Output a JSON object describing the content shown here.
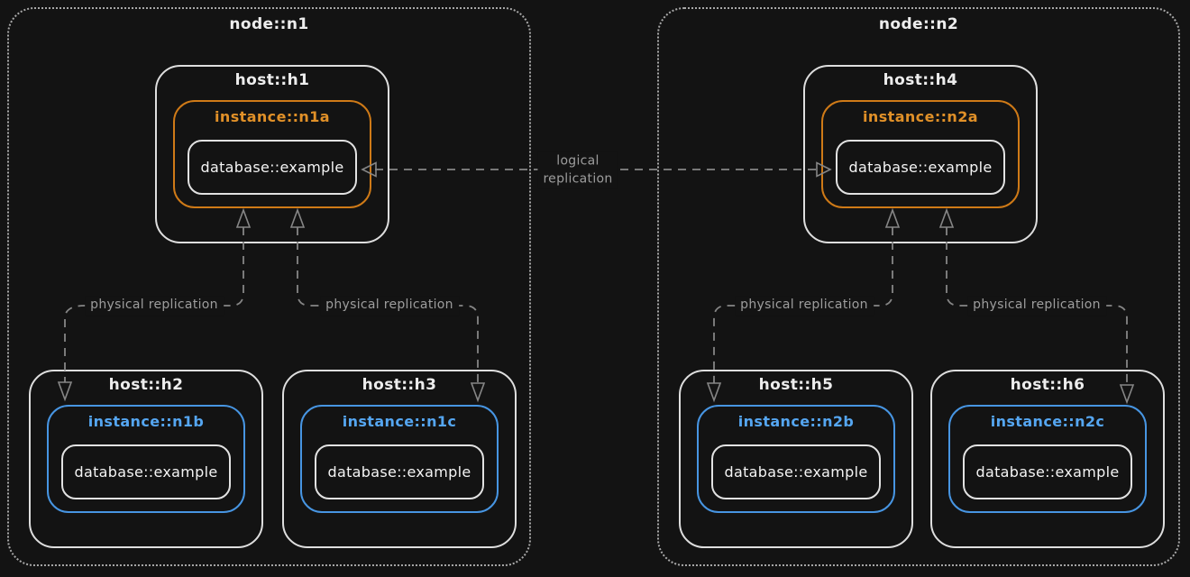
{
  "nodes": [
    {
      "title": "node::n1"
    },
    {
      "title": "node::n2"
    }
  ],
  "hosts": [
    {
      "title": "host::h1",
      "instance": "instance::n1a",
      "database": "database::example"
    },
    {
      "title": "host::h2",
      "instance": "instance::n1b",
      "database": "database::example"
    },
    {
      "title": "host::h3",
      "instance": "instance::n1c",
      "database": "database::example"
    },
    {
      "title": "host::h4",
      "instance": "instance::n2a",
      "database": "database::example"
    },
    {
      "title": "host::h5",
      "instance": "instance::n2b",
      "database": "database::example"
    },
    {
      "title": "host::h6",
      "instance": "instance::n2c",
      "database": "database::example"
    }
  ],
  "edges": {
    "logical_label_lines": [
      "logical",
      "replication"
    ],
    "physical_label": "physical replication"
  },
  "colors": {
    "background": "#131313",
    "primary_instance_orange": "#cf7a17",
    "primary_instance_text": "#e09028",
    "replica_instance_blue": "#4795e2",
    "replica_instance_text": "#55a6f1",
    "box_stroke": "#dedede",
    "node_stroke": "#a8a8a8",
    "arrow_stroke": "#868686",
    "edge_label_text": "#9d9d9d",
    "title_text": "#ededed"
  }
}
